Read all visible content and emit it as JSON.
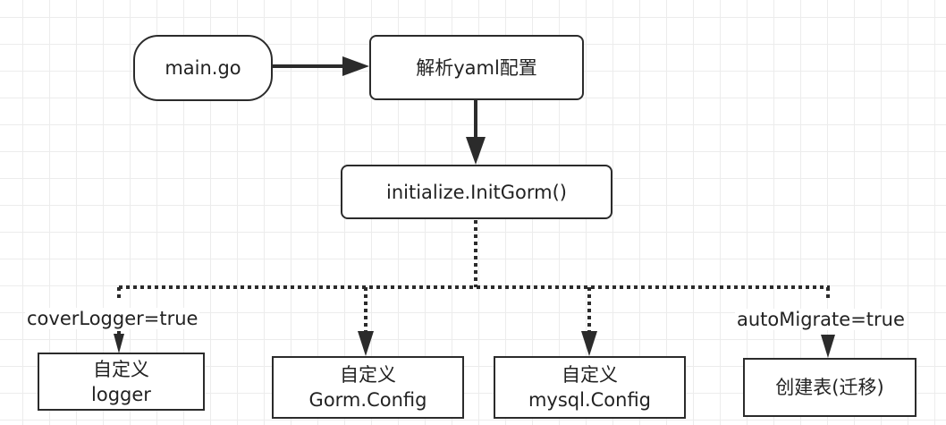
{
  "diagram": {
    "nodes": {
      "main": {
        "text": "main.go"
      },
      "parse": {
        "text": "解析yaml配置"
      },
      "init": {
        "text": "initialize.InitGorm()"
      },
      "logger": {
        "line1": "自定义",
        "line2": "logger"
      },
      "gorm_config": {
        "line1": "自定义",
        "line2": "Gorm.Config"
      },
      "mysql_config": {
        "line1": "自定义",
        "line2": "mysql.Config"
      },
      "migrate": {
        "text": "创建表(迁移)"
      }
    },
    "edge_labels": {
      "logger": "coverLogger=true",
      "migrate": "autoMigrate=true"
    },
    "colors": {
      "stroke": "#2b2b2b",
      "grid": "#ececec"
    }
  }
}
